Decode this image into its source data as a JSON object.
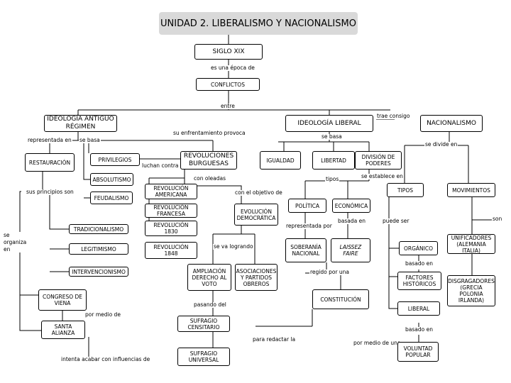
{
  "title": "UNIDAD 2. LIBERALISMO Y NACIONALISMO",
  "nodes": {
    "siglo_xix": "SIGLO XIX",
    "conflictos": "CONFLICTOS",
    "ideologia_antiguo": "IDEOLOGÍA ANTIGUO RÉGIMEN",
    "ideologia_liberal": "IDEOLOGÍA LIBERAL",
    "nacionalismo": "NACIONALISMO",
    "restauracion": "RESTAURACIÓN",
    "privilegios": "PRIVILEGIOS",
    "absolutismo": "ABSOLUTISMO",
    "feudalismo": "FEUDALISMO",
    "tradicionalismo": "TRADICIONALISMO",
    "legitimismo": "LEGITIMISMO",
    "intervencionismo": "INTERVENCIONISMO",
    "congreso_viena": "CONGRESO DE VIENA",
    "santa_alianza": "SANTA ALIANZA",
    "revoluciones_burguesas": "REVOLUCIONES BURGUESAS",
    "rev_americana": "REVOLUCIÓN AMERICANA",
    "rev_francesa": "REVOLUCIÓN FRANCESA",
    "rev_1830": "REVOLUCIÓN 1830",
    "rev_1848": "REVOLUCIÓN 1848",
    "igualdad": "IGUALDAD",
    "libertad": "LIBERTAD",
    "division_poderes": "DIVISIÓN DE PODERES",
    "evolucion_democratica": "EVOLUCIÓN DEMOCRÁTICA",
    "politica": "POLÍTICA",
    "economica": "ECONÓMICA",
    "soberania_nacional": "SOBERANÍA NACIONAL",
    "laissez_faire": "LAISSEZ FAIRE",
    "ampliacion_derecho": "AMPLIACIÓN DERECHO AL VOTO",
    "asociaciones": "ASOCIACIONES Y PARTIDOS OBREROS",
    "constitucion": "CONSTITUCIÓN",
    "sufragio_censitario": "SUFRAGIO CENSITARIO",
    "sufragio_universal": "SUFRAGIO UNIVERSAL",
    "tipos_nac": "TIPOS",
    "movimientos": "MOVIMIENTOS",
    "organico": "ORGÁNICO",
    "factores_historicos": "FACTORES HISTÓRICOS",
    "liberal": "LIBERAL",
    "voluntad_popular": "VOLUNTAD POPULAR",
    "unificadores": "UNIFICADORES (ALEMANIA ITALIA)",
    "disgregadores": "DISGRAGADORES (GRECIA POLONIA IRLANDA)"
  },
  "links": {
    "es_una_epoca_de": "es una época de",
    "entre": "entre",
    "su_enfrentamiento_provoca": "su enfrentamiento provoca",
    "representada_en": "representada en",
    "se_basa_ar": "se basa",
    "sus_principios_son": "sus principios son",
    "se_organiza_en": "se organiza en",
    "por_medio_de": "por medio de",
    "intenta_acabar": "intenta acabar con influencias de",
    "luchan_contra": "luchan contra",
    "con_oleadas": "con oleadas",
    "con_el_objetivo_de": "con el objetivo de",
    "se_va_logrando": "se va logrando",
    "pasando_del": "pasando del",
    "para_redactar_la": "para redactar la",
    "trae_consigo": "trae consigo",
    "se_basa_lib": "se basa",
    "se_divide_en": "se divide en",
    "se_establece_en": "se establece en",
    "tipos_lib": "tipos",
    "representada_por": "representada por",
    "basada_en_lib": "basada en",
    "regido_por_una": "regido por una",
    "por_medio_de_una": "por medio de una",
    "puede_ser": "puede ser",
    "son": "son",
    "basado_en_1": "basado en",
    "basado_en_2": "basado en"
  },
  "colors": {
    "title_bg": "#d9d9d9",
    "line": "#000000",
    "box_border": "#000000"
  }
}
